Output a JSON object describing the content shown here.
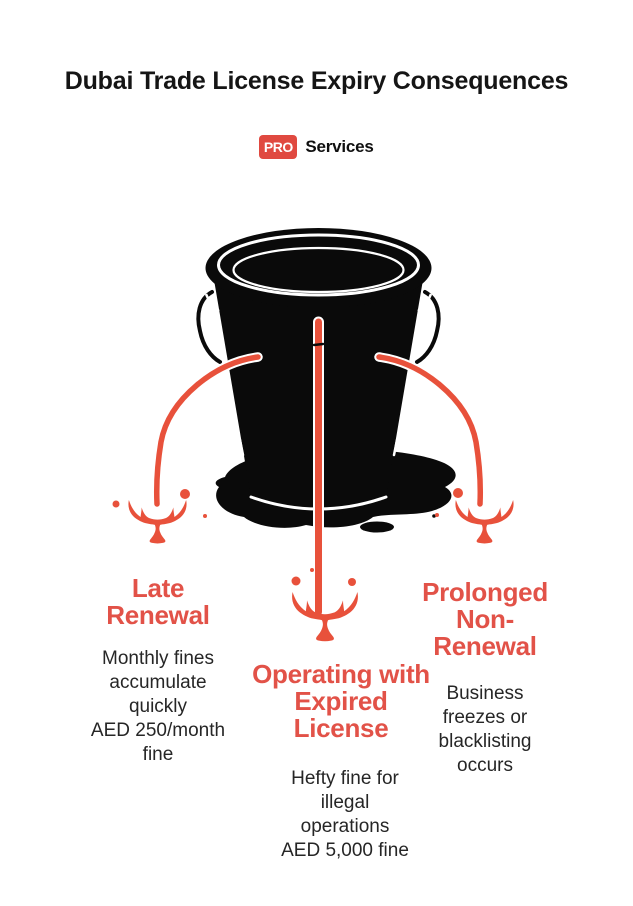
{
  "page": {
    "title": "Dubai Trade License Expiry Consequences",
    "background_color": "#ffffff"
  },
  "logo": {
    "badge_text": "PRO",
    "services_text": "Services"
  },
  "colors": {
    "accent": "#E25248",
    "liquid": "#E8513B",
    "logo_red": "#E04940",
    "bucket": "#0A0A0A",
    "text": "#262626"
  },
  "illustration": {
    "name": "leaking-bucket-with-three-spills",
    "description": "Black bucket with white outline details leaking red liquid in three streams onto splashes"
  },
  "consequences": [
    {
      "id": "late-renewal",
      "heading": "Late\nRenewal",
      "body": "Monthly fines\naccumulate\nquickly\nAED 250/month\nfine"
    },
    {
      "id": "operating-with-expired-license",
      "heading": "Operating with\nExpired\nLicense",
      "body": "Hefty fine for\nillegal\noperations\nAED 5,000 fine"
    },
    {
      "id": "prolonged-non-renewal",
      "heading": "Prolonged\nNon-\nRenewal",
      "body": "Business\nfreezes or\nblacklisting\noccurs"
    }
  ]
}
